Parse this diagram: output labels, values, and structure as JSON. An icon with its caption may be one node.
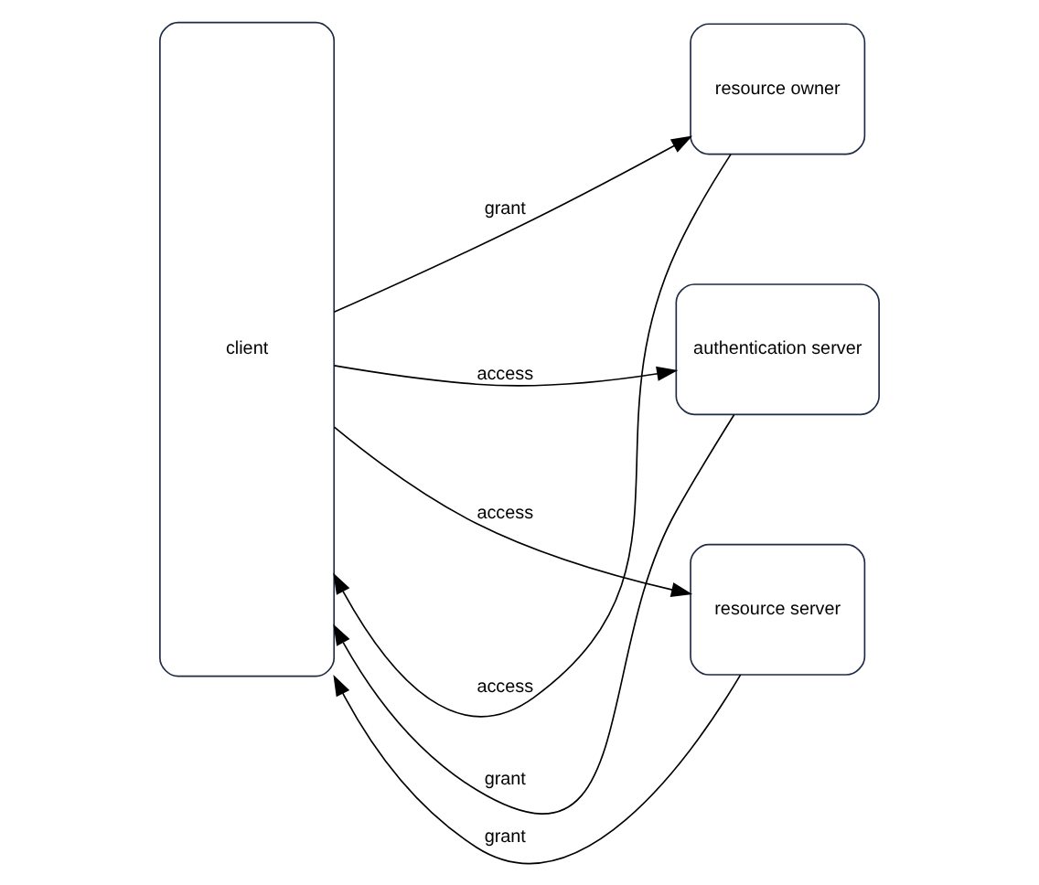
{
  "diagram": {
    "nodes": [
      {
        "text": [
          "client"
        ]
      },
      {
        "text": [
          "resource owner"
        ]
      },
      {
        "text": [
          "authentication server"
        ]
      },
      {
        "text": [
          "resource server"
        ]
      }
    ],
    "edges": [
      {
        "from": 1,
        "to": 0,
        "arrow": "to",
        "label": "access"
      },
      {
        "from": 0,
        "to": 1,
        "arrow": "to",
        "label": "grant"
      },
      {
        "from": 0,
        "to": 2,
        "arrow": "to",
        "label": "access"
      },
      {
        "from": 2,
        "to": 0,
        "arrow": "to",
        "label": "grant"
      },
      {
        "from": 0,
        "to": 3,
        "arrow": "to",
        "label": "access"
      },
      {
        "from": 3,
        "to": 0,
        "arrow": "to",
        "label": "grant"
      }
    ]
  }
}
